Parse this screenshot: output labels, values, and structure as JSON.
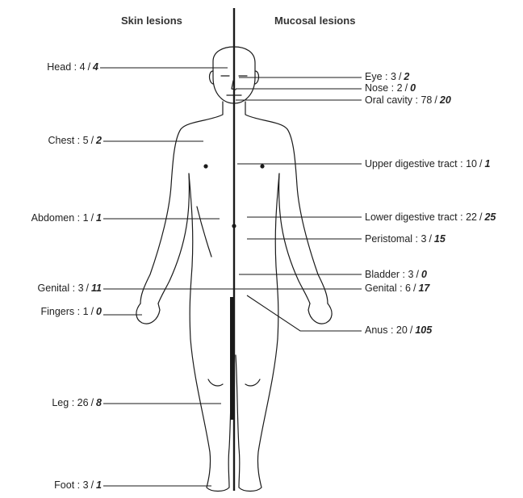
{
  "headings": {
    "skin": "Skin lesions",
    "mucosal": "Mucosal lesions"
  },
  "skin_lesions": [
    {
      "name": "Head :",
      "a": "4",
      "b": "4"
    },
    {
      "name": "Chest :",
      "a": "5",
      "b": "2"
    },
    {
      "name": "Abdomen :",
      "a": "1",
      "b": "1"
    },
    {
      "name": "Genital :",
      "a": "3",
      "b": "11"
    },
    {
      "name": "Fingers :",
      "a": "1",
      "b": "0"
    },
    {
      "name": "Leg :",
      "a": "26",
      "b": "8"
    },
    {
      "name": "Foot :",
      "a": "3",
      "b": "1"
    }
  ],
  "mucosal_lesions": [
    {
      "name": "Eye :",
      "a": "3",
      "b": "2"
    },
    {
      "name": "Nose :",
      "a": "2",
      "b": "0"
    },
    {
      "name": "Oral cavity :",
      "a": "78",
      "b": "20"
    },
    {
      "name": "Upper digestive tract :",
      "a": "10",
      "b": "1"
    },
    {
      "name": "Lower digestive tract :",
      "a": "22",
      "b": "25"
    },
    {
      "name": "Peristomal :",
      "a": "3",
      "b": "15"
    },
    {
      "name": "Bladder :",
      "a": "3",
      "b": "0"
    },
    {
      "name": "Genital :",
      "a": "6",
      "b": "17"
    },
    {
      "name": "Anus :",
      "a": "20",
      "b": "105"
    }
  ],
  "colors": {
    "line": "#1a1a1a",
    "text": "#222222"
  }
}
